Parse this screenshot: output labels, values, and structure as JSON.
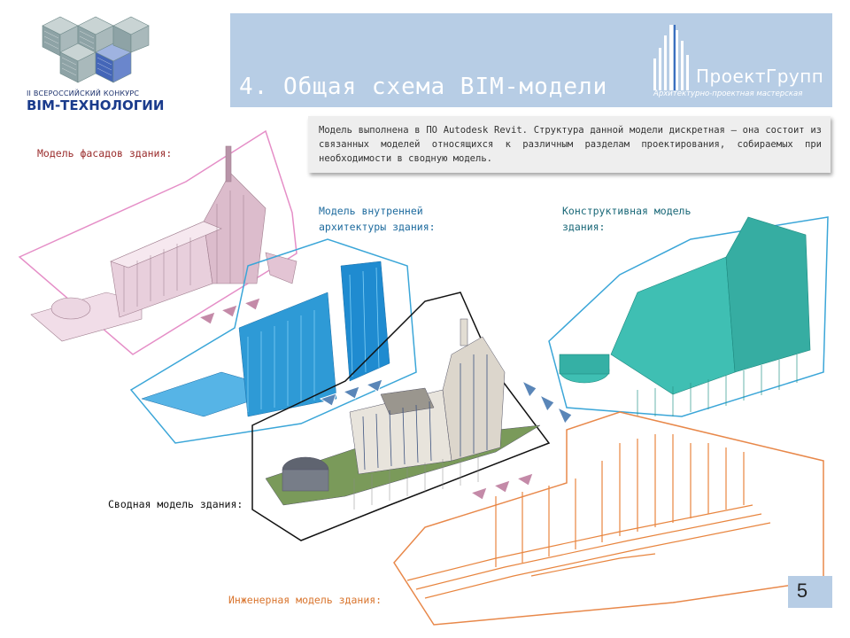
{
  "slide": {
    "title": "4. Общая схема BIM-модели",
    "page_number": "5"
  },
  "contest": {
    "line1": "II ВСЕРОССИЙСКИЙ КОНКУРС",
    "line2": "BIM-ТЕХНОЛОГИИ"
  },
  "brand": {
    "name": "ПроектГрупп",
    "tagline": "Архитектурно-проектная мастерская"
  },
  "description": "Модель выполнена в ПО Autodesk Revit. Структура данной модели дискретная – она состоит из связанных моделей относящихся к различным разделам проектирования, собираемых при необходимости в сводную модель.",
  "labels": {
    "facade": "Модель фасадов здания:",
    "interior_line1": "Модель внутренней",
    "interior_line2": "архитектуры здания:",
    "structural_line1": "Конструктивная модель",
    "structural_line2": "здания:",
    "summary": "Сводная модель здания:",
    "mep": "Инженерная модель здания:"
  },
  "colors": {
    "banner": "#b7cde5",
    "facade_frame": "#e58ec7",
    "interior_frame": "#3ba6d8",
    "structural_frame": "#3ba6d8",
    "summary_frame": "#111111",
    "mep_frame": "#e8884a",
    "interior_model": "#2e9ad6",
    "structural_model": "#3fbfb3",
    "mep_model": "#e8853f",
    "facade_model": "#e8cfdc"
  }
}
